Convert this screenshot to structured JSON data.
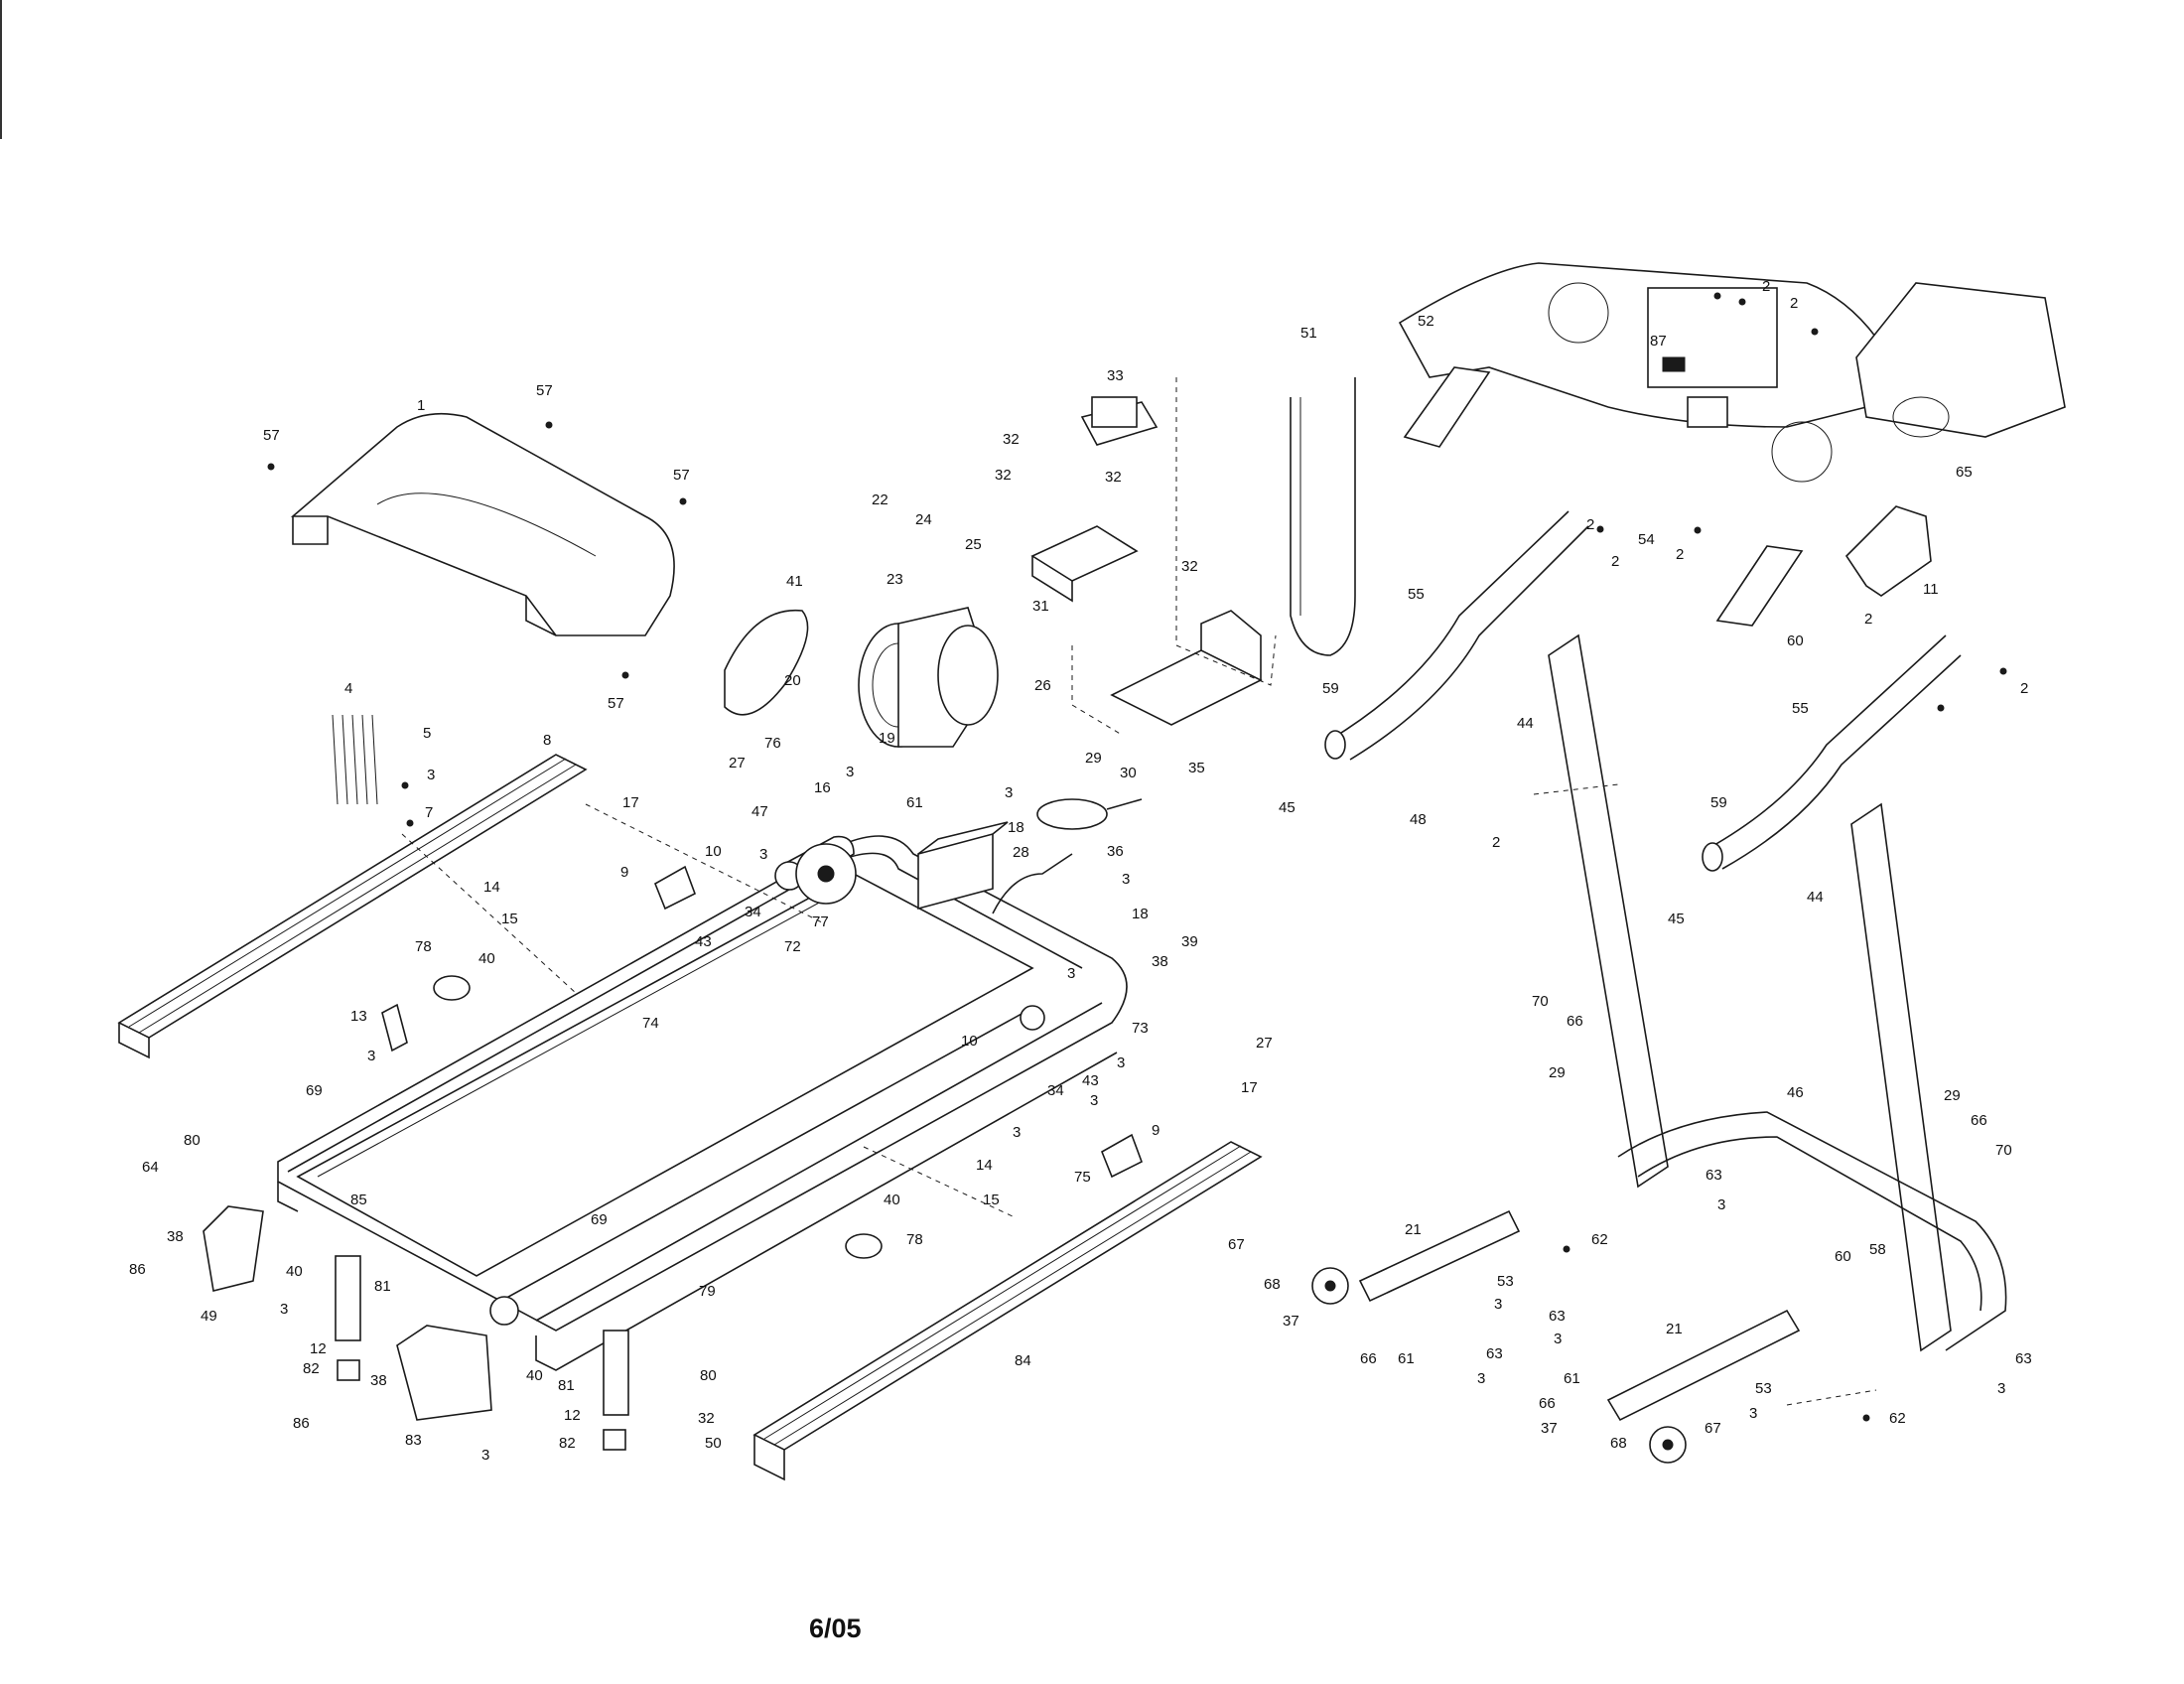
{
  "footer": {
    "date_code": "6/05"
  },
  "callouts": [
    "1",
    "2",
    "3",
    "4",
    "5",
    "7",
    "8",
    "9",
    "10",
    "11",
    "12",
    "13",
    "14",
    "15",
    "16",
    "17",
    "18",
    "19",
    "20",
    "21",
    "22",
    "23",
    "24",
    "25",
    "26",
    "27",
    "28",
    "29",
    "30",
    "31",
    "32",
    "33",
    "34",
    "35",
    "36",
    "37",
    "38",
    "39",
    "40",
    "41",
    "43",
    "44",
    "45",
    "46",
    "47",
    "48",
    "49",
    "50",
    "51",
    "52",
    "53",
    "54",
    "55",
    "57",
    "58",
    "59",
    "60",
    "61",
    "62",
    "63",
    "64",
    "65",
    "66",
    "67",
    "68",
    "69",
    "70",
    "72",
    "73",
    "74",
    "75",
    "76",
    "77",
    "78",
    "79",
    "80",
    "81",
    "82",
    "83",
    "84",
    "85",
    "86",
    "87"
  ]
}
